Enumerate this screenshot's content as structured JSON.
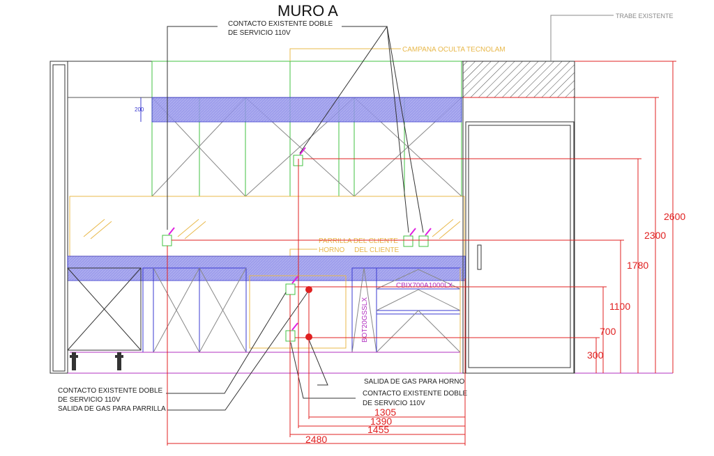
{
  "title": "MURO A",
  "notes": {
    "top_contact_line1": "CONTACTO EXISTENTE DOBLE",
    "top_contact_line2": "DE SERVICIO 110V",
    "trabe": "TRABE EXISTENTE",
    "campana": "CAMPANA OCULTA TECNOLAM",
    "parrilla": "PARRILLA DEL CLIENTE",
    "horno": "HORNO     DEL CLIENTE",
    "model_oven": "CBIX700A1000LX",
    "model_vertical": "BOT20GSSLX",
    "band_height": "200",
    "left_contact_line1": "CONTACTO EXISTENTE DOBLE",
    "left_contact_line2": "DE SERVICIO 110V",
    "gas_parrilla": "SALIDA DE GAS PARA PARRILLA",
    "gas_horno": "SALIDA DE GAS PARA HORNO",
    "right_contact_line1": "CONTACTO EXISTENTE DOBLE",
    "right_contact_line2": "DE SERVICIO 110V"
  },
  "dimensions": {
    "vertical": [
      "2600",
      "2300",
      "1780",
      "1100",
      "700",
      "300"
    ],
    "horizontal": [
      "1305",
      "1390",
      "1455",
      "2480"
    ]
  },
  "colors": {
    "dimension": "#e02020",
    "cabinet": "#3a3ad0",
    "upper": "#40c040",
    "note_yellow": "#e8b84a"
  }
}
